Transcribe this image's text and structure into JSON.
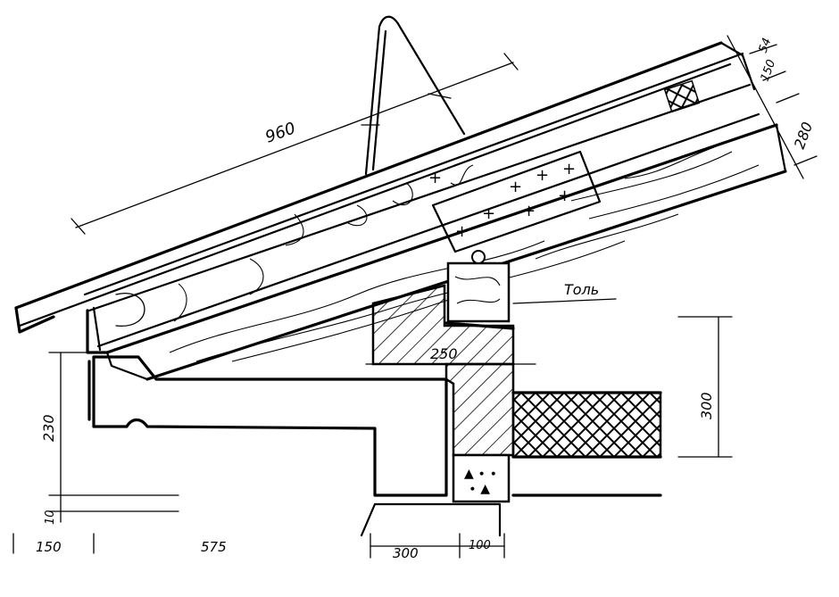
{
  "drawing": {
    "labels": {
      "rafter_length": "960",
      "foil_label": "Толь",
      "wallplate_width": "250"
    },
    "dimensions": {
      "eave_height": "230",
      "bottom_offset": "10",
      "right_wall_height": "300",
      "top_upper": "54",
      "top_mid": "150",
      "right_depth": "280"
    },
    "bottom_dimensions": {
      "d1": "150",
      "d2": "575",
      "d3": "300",
      "d4": "100"
    }
  }
}
